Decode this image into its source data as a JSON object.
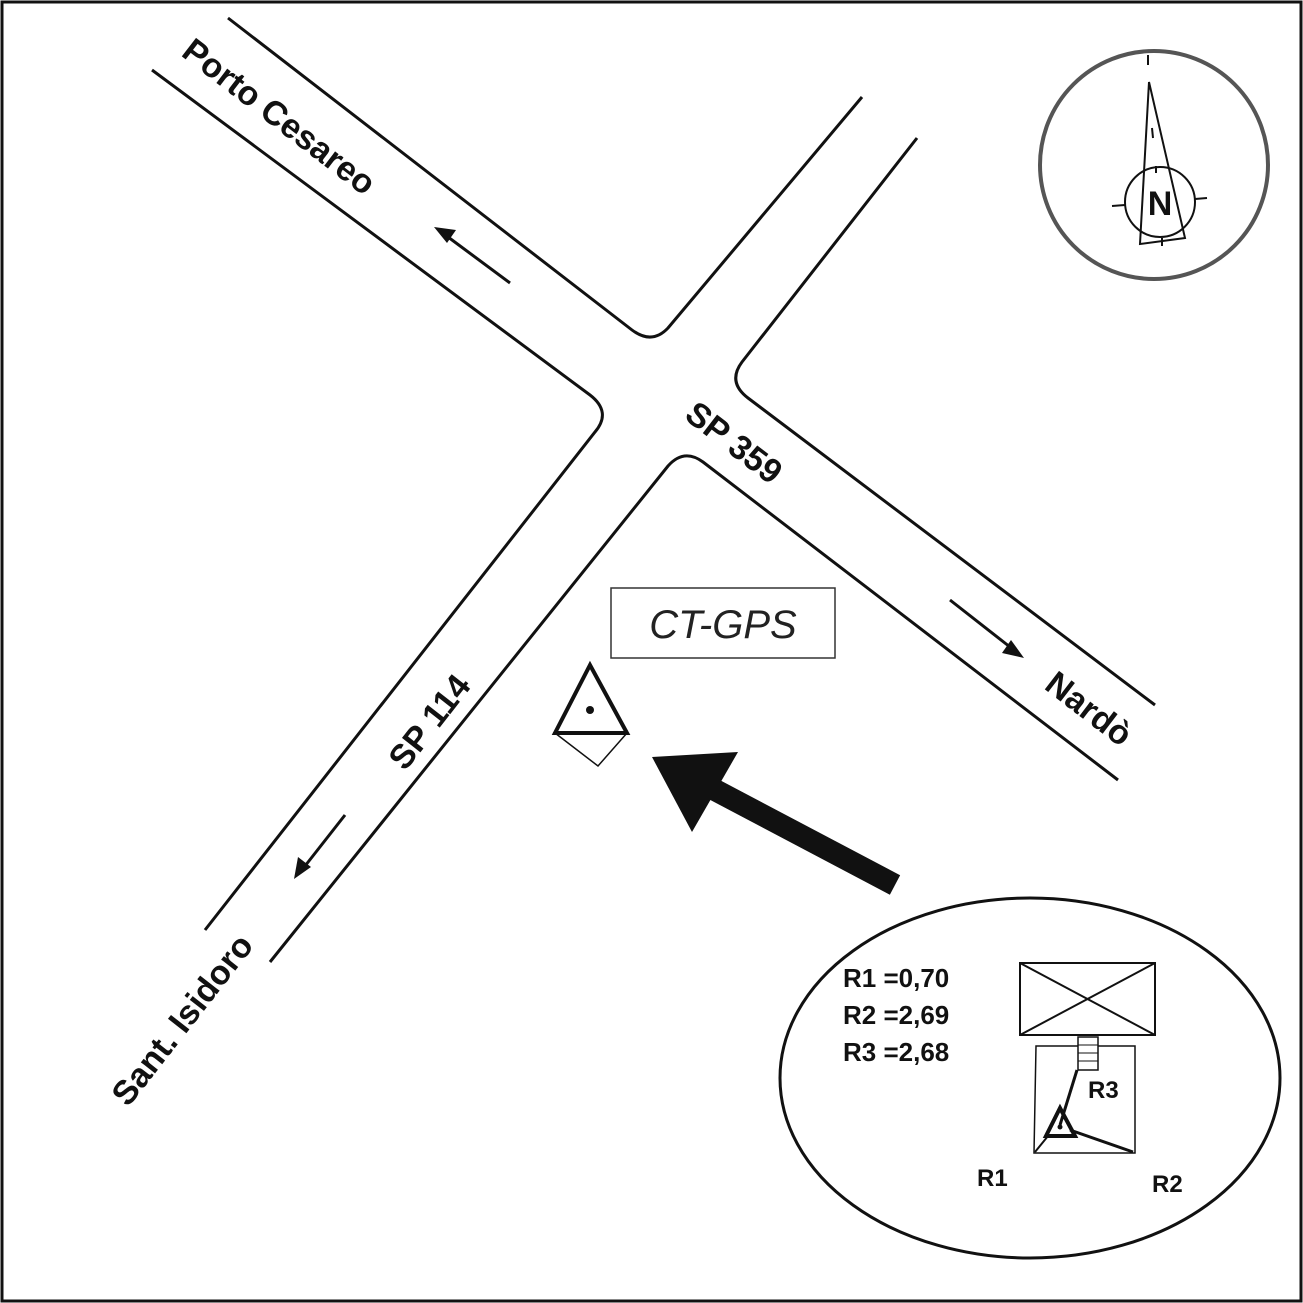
{
  "roads": {
    "sp359_label": "SP 359",
    "sp114_label": "SP 114"
  },
  "destinations": {
    "porto_cesareo": "Porto Cesareo",
    "nardo": "Nardò",
    "sant_isidoro": "Sant. Isidoro"
  },
  "station": {
    "label": "CT-GPS"
  },
  "compass": {
    "letter": "N"
  },
  "inset": {
    "measures": [
      {
        "text": "R1 =0,70"
      },
      {
        "text": "R2 =2,69"
      },
      {
        "text": "R3 =2,68"
      }
    ],
    "r1_label": "R1",
    "r2_label": "R2",
    "r3_label": "R3"
  },
  "colors": {
    "ink": "#111111",
    "compass_ring": "#555555"
  }
}
